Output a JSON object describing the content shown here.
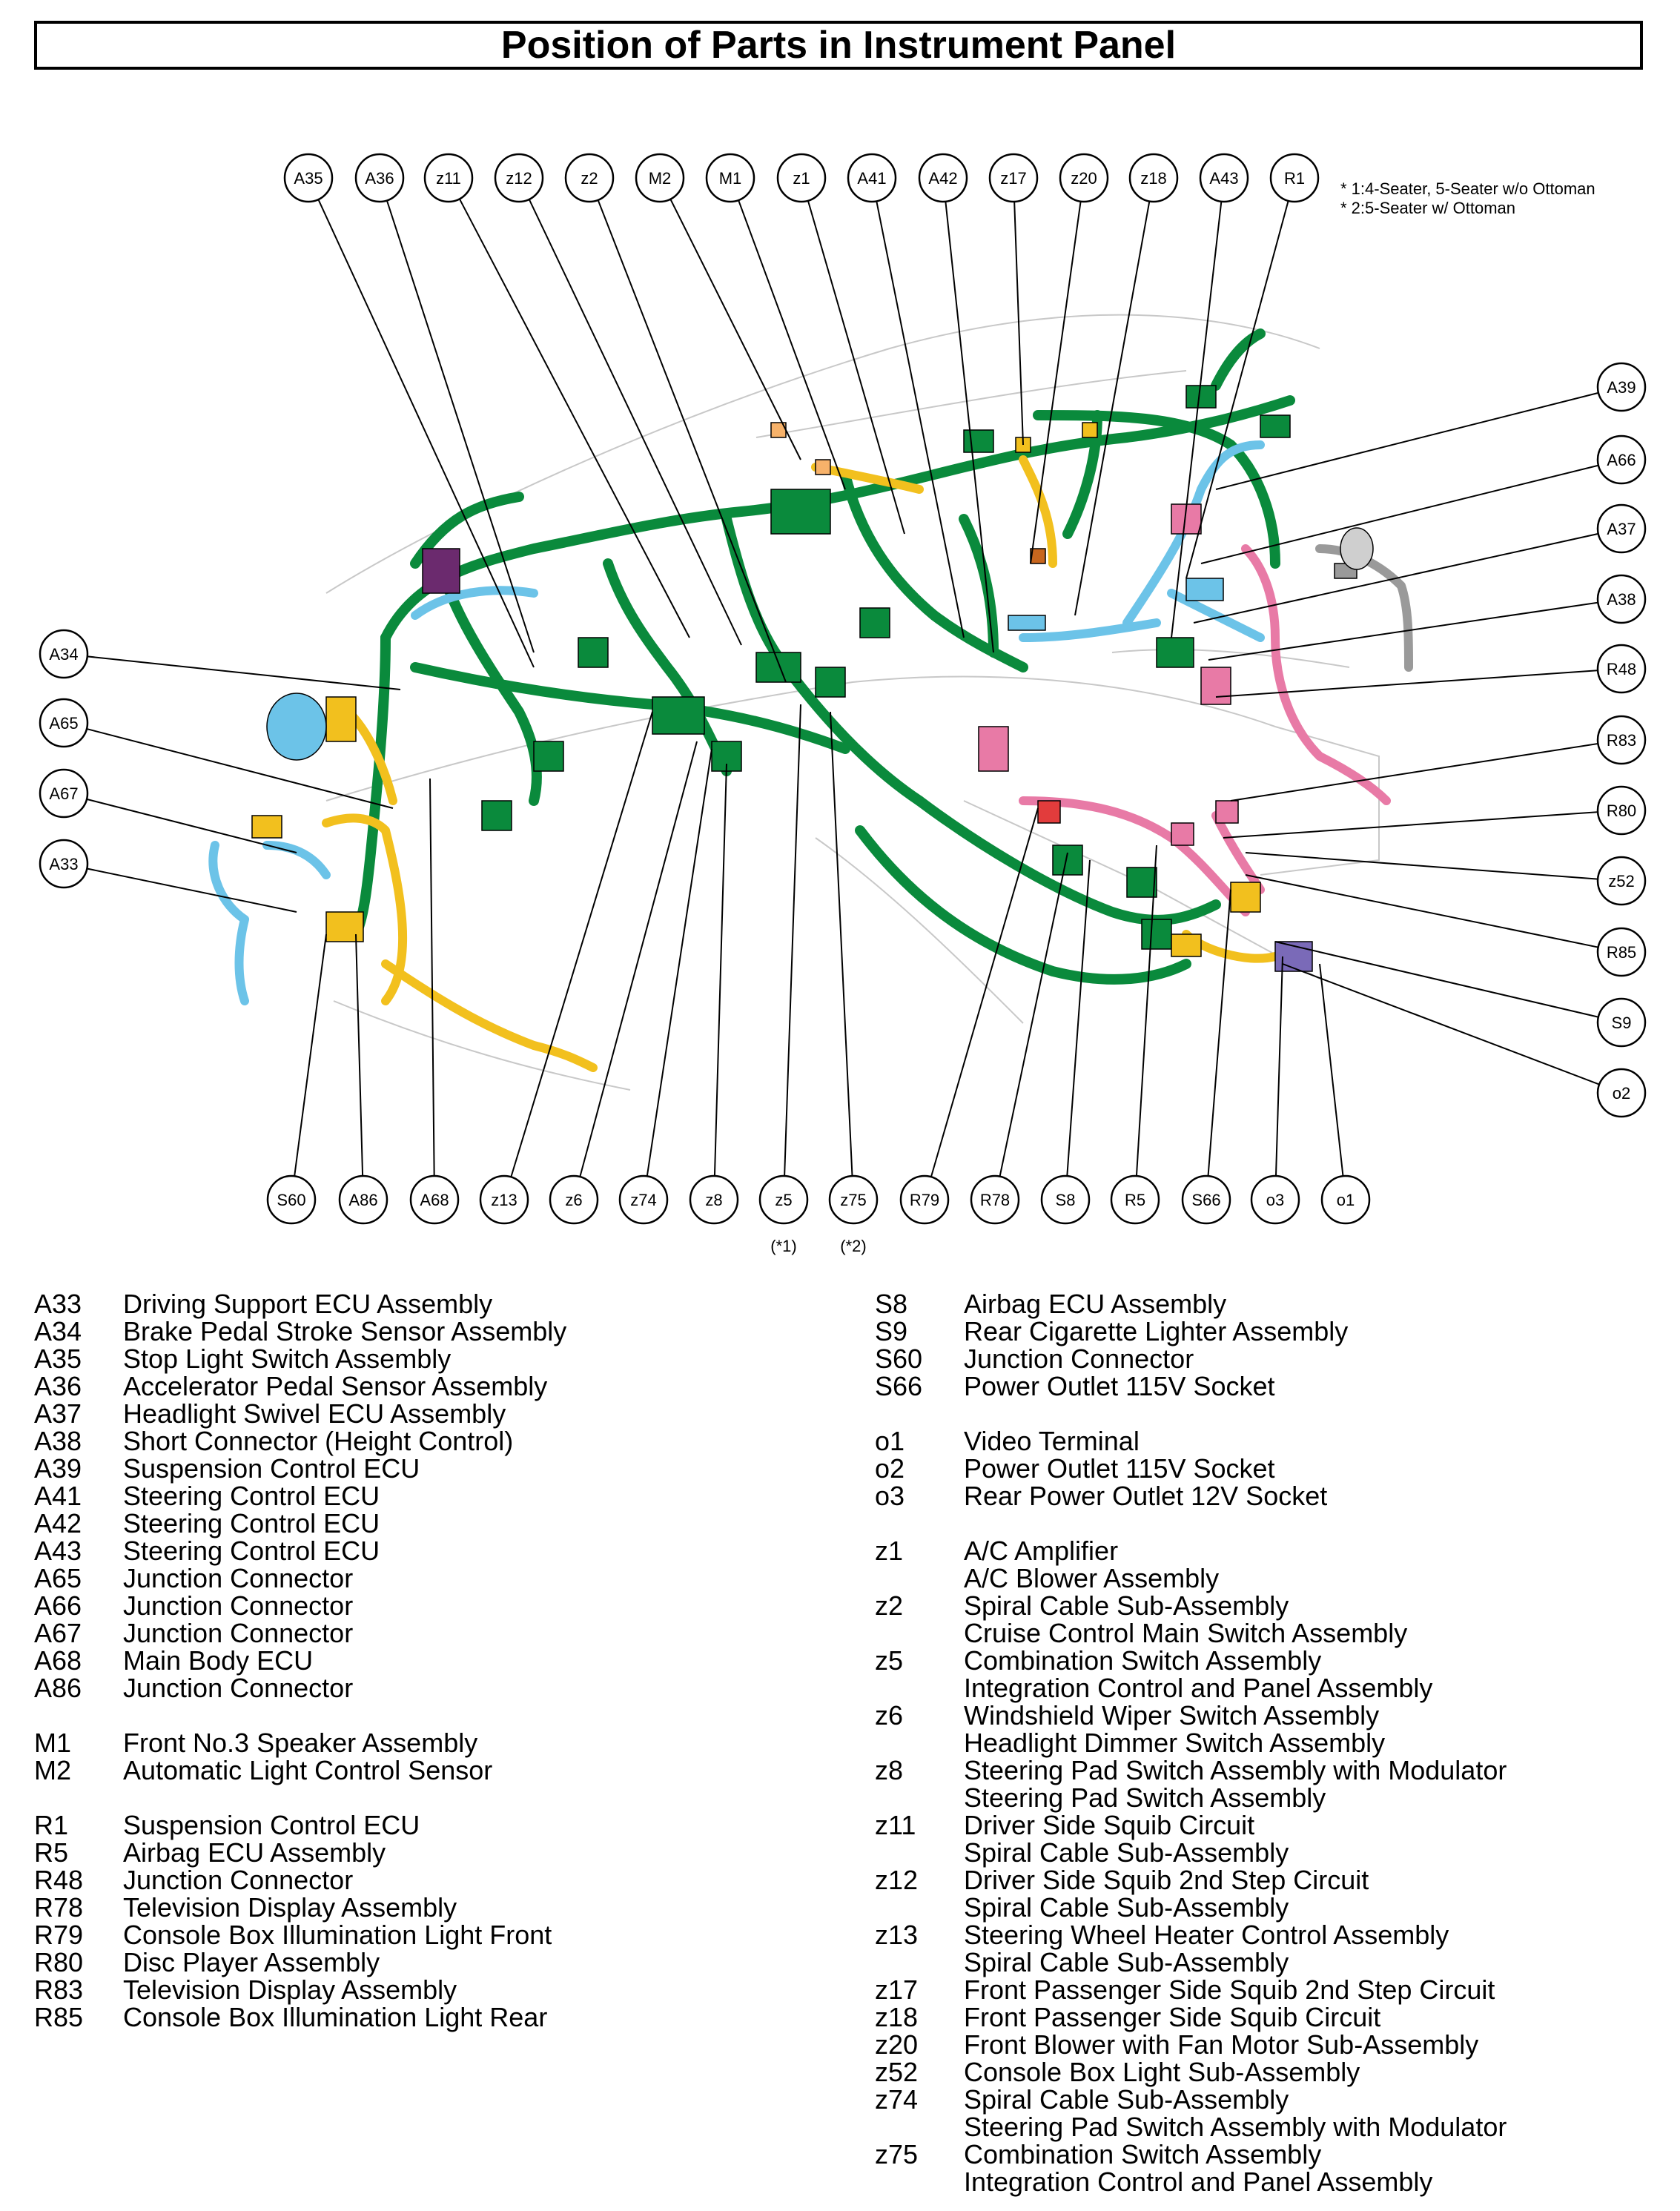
{
  "title": "Position of Parts in Instrument Panel",
  "notes": [
    "* 1:4-Seater, 5-Seater w/o Ottoman",
    "* 2:5-Seater w/ Ottoman"
  ],
  "colors": {
    "harness_green": "#0a8a3c",
    "harness_blue": "#6cc3e8",
    "harness_yellow": "#f2c01e",
    "harness_pink": "#e87aa6",
    "harness_purple": "#6b2a6e",
    "harness_gray": "#9a9a9a",
    "outline": "#000000"
  },
  "callouts_top": [
    "A35",
    "A36",
    "z11",
    "z12",
    "z2",
    "M2",
    "M1",
    "z1",
    "A41",
    "A42",
    "z17",
    "z20",
    "z18",
    "A43",
    "R1"
  ],
  "callouts_left": [
    "A34",
    "A65",
    "A67",
    "A33"
  ],
  "callouts_right": [
    "A39",
    "A66",
    "A37",
    "A38",
    "R48",
    "R83",
    "R80",
    "z52",
    "R85",
    "S9",
    "o2"
  ],
  "callouts_bottom": [
    "S60",
    "A86",
    "A68",
    "z13",
    "z6",
    "z74",
    "z8",
    "z5",
    "z75",
    "R79",
    "R78",
    "S8",
    "R5",
    "S66",
    "o3",
    "o1"
  ],
  "bottom_footnotes": {
    "z5": "(*1)",
    "z75": "(*2)"
  },
  "legend_left": [
    {
      "code": "A33",
      "desc": "Driving Support ECU Assembly"
    },
    {
      "code": "A34",
      "desc": "Brake Pedal Stroke Sensor Assembly"
    },
    {
      "code": "A35",
      "desc": "Stop Light Switch Assembly"
    },
    {
      "code": "A36",
      "desc": "Accelerator Pedal Sensor Assembly"
    },
    {
      "code": "A37",
      "desc": "Headlight Swivel ECU Assembly"
    },
    {
      "code": "A38",
      "desc": "Short Connector (Height Control)"
    },
    {
      "code": "A39",
      "desc": "Suspension Control ECU"
    },
    {
      "code": "A41",
      "desc": "Steering Control ECU"
    },
    {
      "code": "A42",
      "desc": "Steering Control ECU"
    },
    {
      "code": "A43",
      "desc": "Steering Control ECU"
    },
    {
      "code": "A65",
      "desc": "Junction Connector"
    },
    {
      "code": "A66",
      "desc": "Junction Connector"
    },
    {
      "code": "A67",
      "desc": "Junction Connector"
    },
    {
      "code": "A68",
      "desc": "Main Body ECU"
    },
    {
      "code": "A86",
      "desc": "Junction Connector"
    },
    {
      "code": "",
      "desc": ""
    },
    {
      "code": "M1",
      "desc": "Front No.3 Speaker Assembly"
    },
    {
      "code": "M2",
      "desc": "Automatic Light Control Sensor"
    },
    {
      "code": "",
      "desc": ""
    },
    {
      "code": "R1",
      "desc": "Suspension Control ECU"
    },
    {
      "code": "R5",
      "desc": "Airbag ECU Assembly"
    },
    {
      "code": "R48",
      "desc": "Junction Connector"
    },
    {
      "code": "R78",
      "desc": "Television Display Assembly"
    },
    {
      "code": "R79",
      "desc": "Console Box Illumination Light Front"
    },
    {
      "code": "R80",
      "desc": "Disc Player Assembly"
    },
    {
      "code": "R83",
      "desc": "Television Display Assembly"
    },
    {
      "code": "R85",
      "desc": "Console Box Illumination Light Rear"
    }
  ],
  "legend_right": [
    {
      "code": "S8",
      "desc": "Airbag ECU Assembly"
    },
    {
      "code": "S9",
      "desc": "Rear Cigarette Lighter Assembly"
    },
    {
      "code": "S60",
      "desc": "Junction Connector"
    },
    {
      "code": "S66",
      "desc": "Power Outlet 115V Socket"
    },
    {
      "code": "",
      "desc": ""
    },
    {
      "code": "o1",
      "desc": "Video Terminal"
    },
    {
      "code": "o2",
      "desc": "Power Outlet 115V Socket"
    },
    {
      "code": "o3",
      "desc": "Rear Power Outlet 12V Socket"
    },
    {
      "code": "",
      "desc": ""
    },
    {
      "code": "z1",
      "desc": "A/C Amplifier"
    },
    {
      "code": "",
      "desc": "A/C Blower Assembly"
    },
    {
      "code": "z2",
      "desc": "Spiral Cable Sub-Assembly"
    },
    {
      "code": "",
      "desc": "Cruise Control Main Switch Assembly"
    },
    {
      "code": "z5",
      "desc": "Combination Switch Assembly"
    },
    {
      "code": "",
      "desc": "Integration Control and Panel Assembly"
    },
    {
      "code": "z6",
      "desc": "Windshield Wiper Switch Assembly"
    },
    {
      "code": "",
      "desc": "Headlight Dimmer Switch Assembly"
    },
    {
      "code": "z8",
      "desc": "Steering Pad Switch Assembly with Modulator"
    },
    {
      "code": "",
      "desc": "Steering Pad Switch Assembly"
    },
    {
      "code": "z11",
      "desc": "Driver Side Squib Circuit"
    },
    {
      "code": "",
      "desc": "Spiral Cable Sub-Assembly"
    },
    {
      "code": "z12",
      "desc": "Driver Side Squib 2nd Step Circuit"
    },
    {
      "code": "",
      "desc": "Spiral Cable Sub-Assembly"
    },
    {
      "code": "z13",
      "desc": "Steering Wheel Heater Control Assembly"
    },
    {
      "code": "",
      "desc": "Spiral Cable Sub-Assembly"
    },
    {
      "code": "z17",
      "desc": "Front Passenger Side Squib 2nd Step Circuit"
    },
    {
      "code": "z18",
      "desc": "Front Passenger Side Squib Circuit"
    },
    {
      "code": "z20",
      "desc": "Front Blower with Fan Motor Sub-Assembly"
    },
    {
      "code": "z52",
      "desc": "Console Box Light Sub-Assembly"
    },
    {
      "code": "z74",
      "desc": "Spiral Cable Sub-Assembly"
    },
    {
      "code": "",
      "desc": "Steering Pad Switch Assembly with Modulator"
    },
    {
      "code": "z75",
      "desc": "Combination Switch Assembly"
    },
    {
      "code": "",
      "desc": "Integration Control and Panel Assembly"
    }
  ]
}
